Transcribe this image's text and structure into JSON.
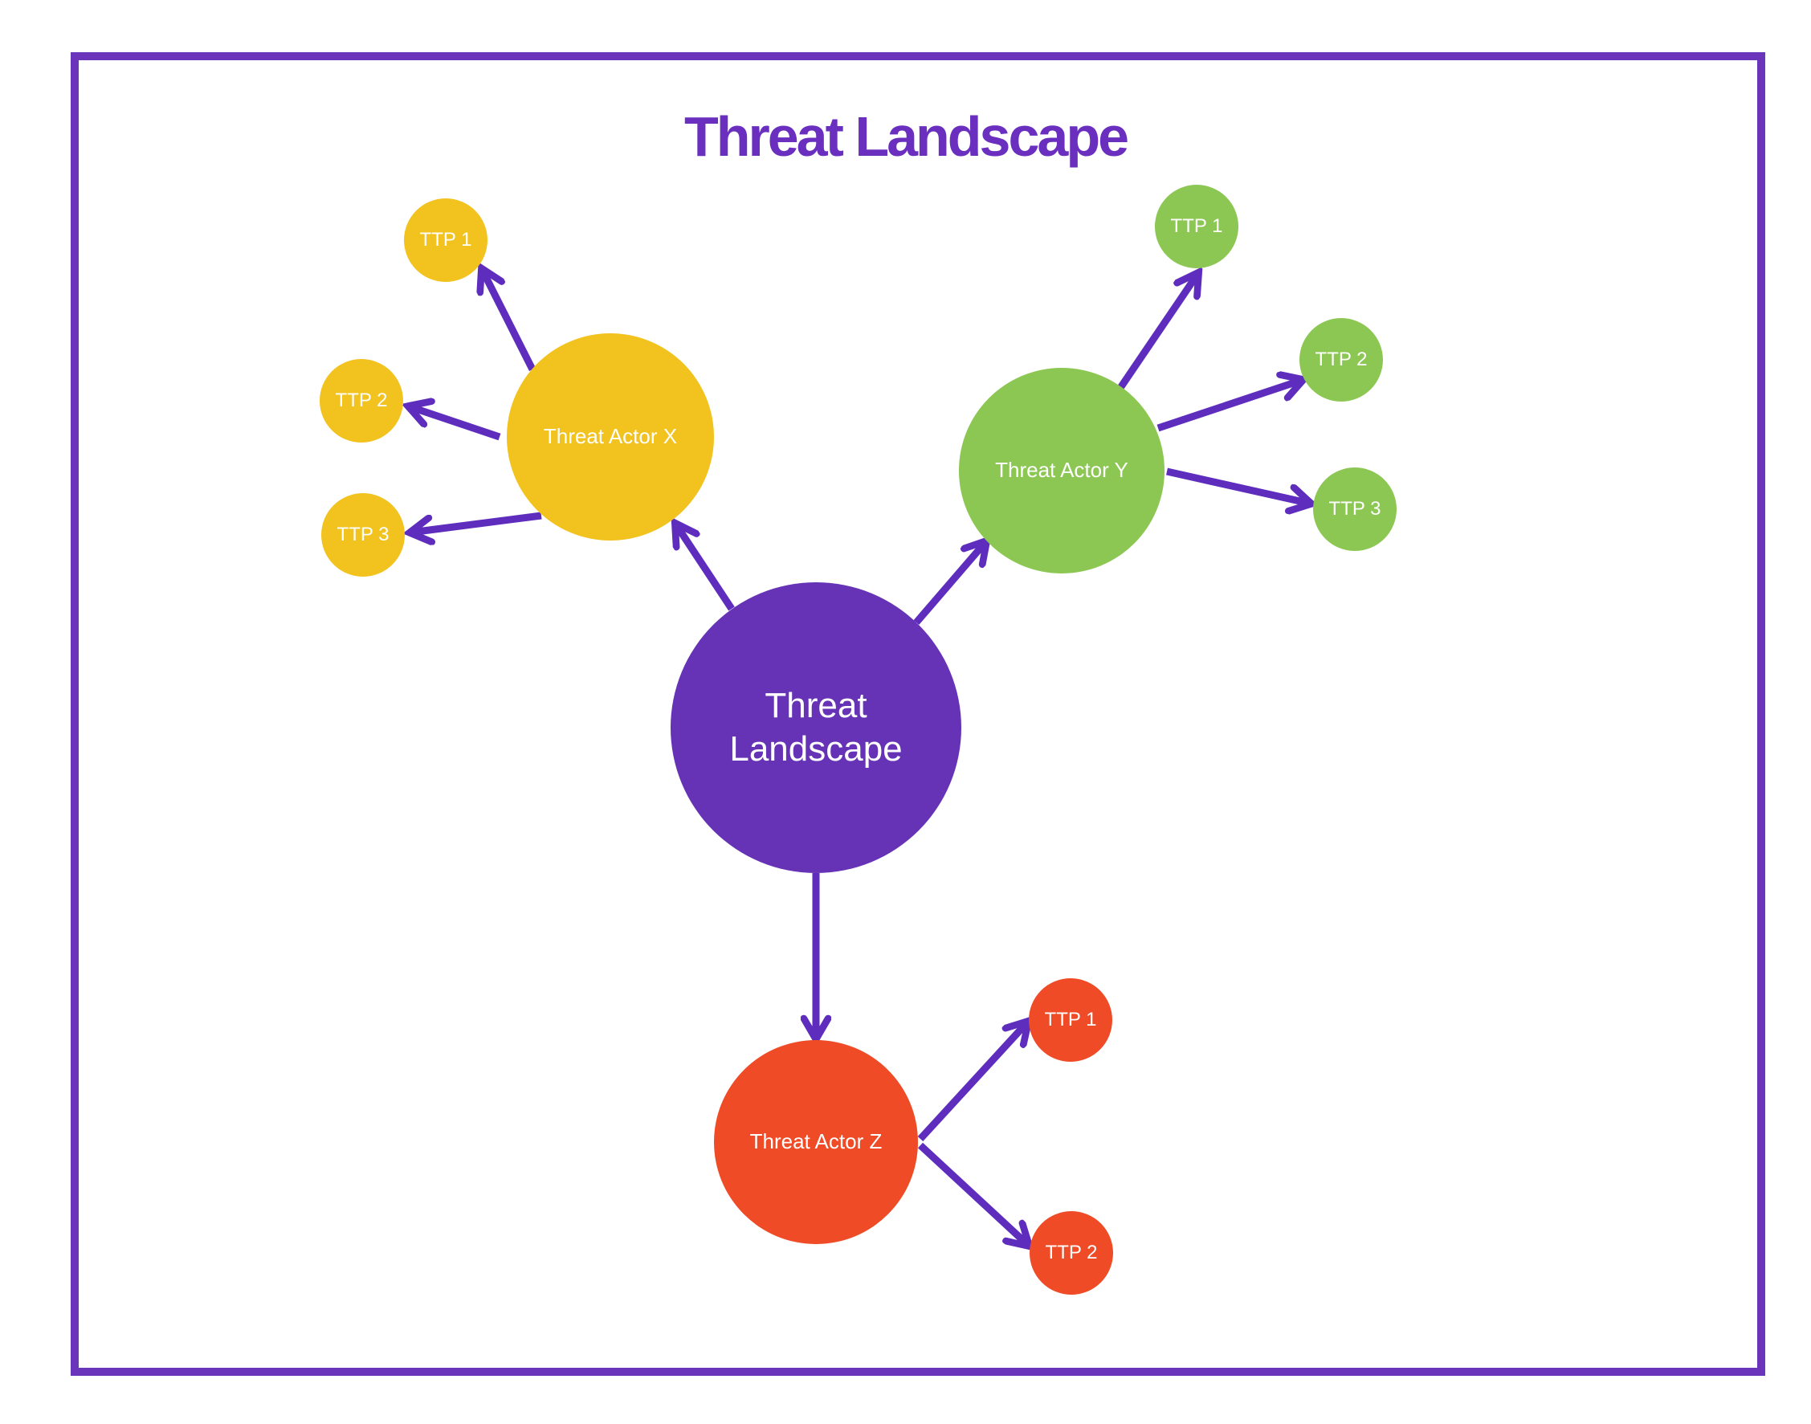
{
  "title": {
    "text": "Threat Landscape",
    "color": "#6B2FC0"
  },
  "page_border_color": "#6A34BB",
  "arrow_color": "#5E2DBE",
  "diagram": {
    "root": {
      "id": "threat-landscape",
      "label": "Threat Landscape",
      "color": "#6733B6",
      "text_color": "#FFFFFF"
    },
    "actors": [
      {
        "id": "actor-x",
        "label": "Threat Actor X",
        "color": "#F2C21E",
        "ttps": [
          {
            "label": "TTP 1"
          },
          {
            "label": "TTP 2"
          },
          {
            "label": "TTP 3"
          }
        ]
      },
      {
        "id": "actor-y",
        "label": "Threat Actor Y",
        "color": "#8CC753",
        "ttps": [
          {
            "label": "TTP 1"
          },
          {
            "label": "TTP 2"
          },
          {
            "label": "TTP 3"
          }
        ]
      },
      {
        "id": "actor-z",
        "label": "Threat Actor Z",
        "color": "#EE4B26",
        "ttps": [
          {
            "label": "TTP 1"
          },
          {
            "label": "TTP 2"
          }
        ]
      }
    ],
    "connections": [
      {
        "from": "threat-landscape",
        "to": "actor-x"
      },
      {
        "from": "threat-landscape",
        "to": "actor-y"
      },
      {
        "from": "threat-landscape",
        "to": "actor-z"
      },
      {
        "from": "actor-x",
        "to": "actor-x-ttp-1"
      },
      {
        "from": "actor-x",
        "to": "actor-x-ttp-2"
      },
      {
        "from": "actor-x",
        "to": "actor-x-ttp-3"
      },
      {
        "from": "actor-y",
        "to": "actor-y-ttp-1"
      },
      {
        "from": "actor-y",
        "to": "actor-y-ttp-2"
      },
      {
        "from": "actor-y",
        "to": "actor-y-ttp-3"
      },
      {
        "from": "actor-z",
        "to": "actor-z-ttp-1"
      },
      {
        "from": "actor-z",
        "to": "actor-z-ttp-2"
      }
    ]
  }
}
